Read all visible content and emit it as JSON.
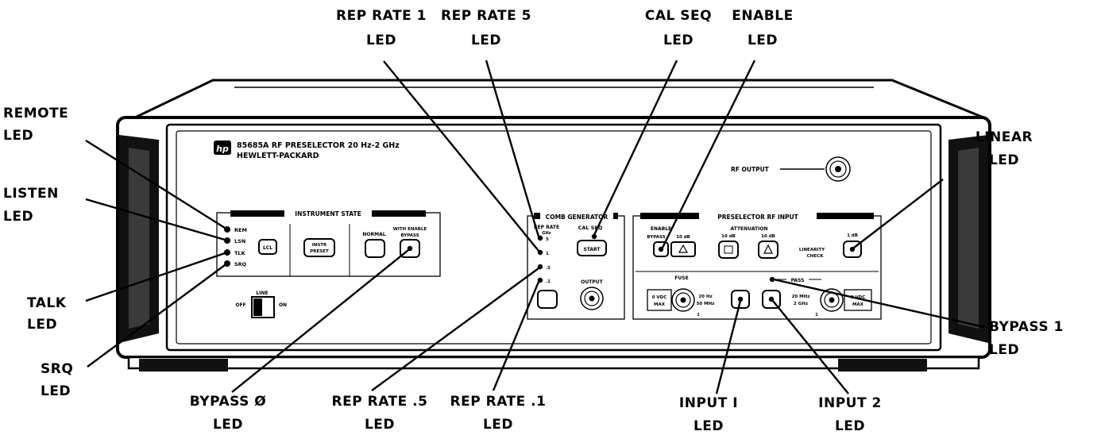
{
  "instrument": {
    "logo": "hp",
    "model_line": "85685A RF PRESELECTOR 20 Hz-2 GHz",
    "maker_line": "HEWLETT-PACKARD",
    "rf_output_label": "RF OUTPUT"
  },
  "instrument_state": {
    "title": "INSTRUMENT STATE",
    "leds": [
      "REM",
      "LSN",
      "TLK",
      "SRQ"
    ],
    "lcl_label": "LCL",
    "preset_label": [
      "INSTR",
      "PRESET"
    ],
    "normal_label": "NORMAL",
    "bypass_label": [
      "WITH ENABLE",
      "BYPASS"
    ]
  },
  "line_switch": {
    "title": "LINE",
    "off": "OFF",
    "on": "ON"
  },
  "comb_generator": {
    "title": "COMB GENERATOR",
    "rep_rate_label": [
      "REP RATE",
      "GHz"
    ],
    "rate_values": [
      "5",
      "1",
      ".5",
      ".1"
    ],
    "cal_seq_label": "CAL SEQ",
    "start_label": "START",
    "output_label": "OUTPUT"
  },
  "preselector": {
    "title": "PRESELECTOR RF INPUT",
    "enable_label": "ENABLE",
    "bypass_label": "BYPASS",
    "attenuation_title": "ATTENUATION",
    "att_values": [
      "10 dB",
      "10 dB",
      "10 dB"
    ],
    "linearity_label": [
      "LINEARITY",
      "CHECK"
    ],
    "linear_value": "1 dB",
    "fuse_label": "FUSE",
    "pass_label": "PASS",
    "input1": [
      "0 VDC",
      "MAX",
      "20 Hz",
      "50 MHz",
      "1"
    ],
    "input2": [
      "20 MHz",
      "2 GHz",
      "0 VDC",
      "MAX",
      "2"
    ]
  },
  "callouts": {
    "remote": [
      "REMOTE",
      "LED"
    ],
    "listen": [
      "LISTEN",
      "LED"
    ],
    "talk": [
      "TALK",
      "LED"
    ],
    "srq": [
      "SRQ",
      "LED"
    ],
    "bypass0": [
      "BYPASS Ø",
      "LED"
    ],
    "rep_rate_1": [
      "REP RATE 1",
      "LED"
    ],
    "rep_rate_5": [
      "REP RATE 5",
      "LED"
    ],
    "rep_rate_05": [
      "REP RATE .5",
      "LED"
    ],
    "rep_rate_01": [
      "REP RATE .1",
      "LED"
    ],
    "cal_seq": [
      "CAL SEQ",
      "LED"
    ],
    "enable": [
      "ENABLE",
      "LED"
    ],
    "linear": [
      "LINEAR",
      "LED"
    ],
    "bypass1": [
      "BYPASS 1",
      "LED"
    ],
    "input1": [
      "INPUT I",
      "LED"
    ],
    "input2": [
      "INPUT 2",
      "LED"
    ]
  }
}
